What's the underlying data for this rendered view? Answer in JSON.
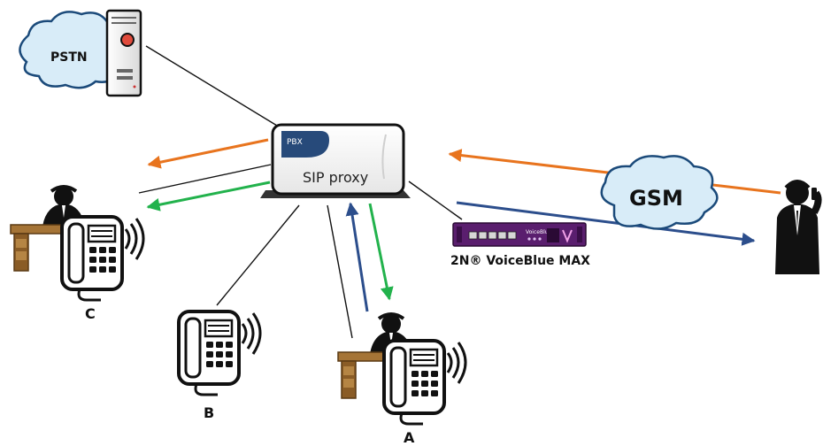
{
  "pstn": {
    "label": "PSTN"
  },
  "gsm": {
    "label": "GSM"
  },
  "pbx": {
    "badge": "PBX",
    "label": "SIP proxy"
  },
  "gateway": {
    "name": "2N® VoiceBlue MAX",
    "front_text": "VoiceBlue"
  },
  "stations": {
    "a": "A",
    "b": "B",
    "c": "C"
  },
  "colors": {
    "orange_arrow": "#e8741e",
    "green_arrow": "#22b24c",
    "blue_arrow": "#2c4e8c",
    "cloud_fill": "#d8ecf8",
    "device_purple": "#5a1e6e",
    "pbx_logo": "#274a7a"
  }
}
